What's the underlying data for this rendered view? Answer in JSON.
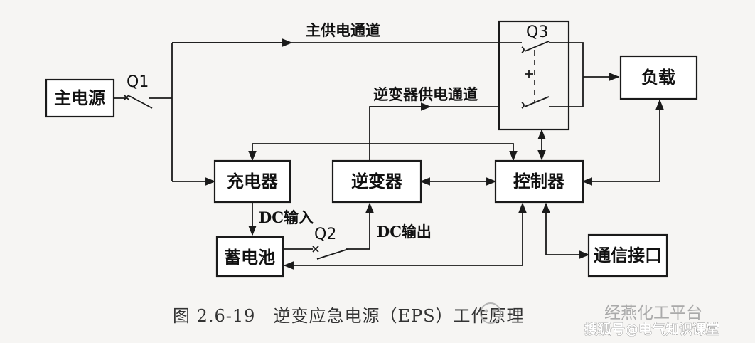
{
  "blocks": {
    "main_power": "主电源",
    "charger": "充电器",
    "battery": "蓄电池",
    "inverter": "逆变器",
    "controller": "控制器",
    "load": "负载",
    "comm_port": "通信接口"
  },
  "switches": {
    "q1": "Q1",
    "q2": "Q2",
    "q3": "Q3"
  },
  "paths": {
    "main_supply": "主供电通道",
    "inverter_supply": "逆变器供电通道",
    "dc_in": "DC输入",
    "dc_out": "DC输出"
  },
  "caption": "图 2.6-19　逆变应急电源（EPS）工作原理",
  "watermarks": {
    "wechat": "经燕化工平台",
    "sohu": "搜狐号@电气知识课堂"
  },
  "colors": {
    "line": "#1a1a1a",
    "background": "#f6f5f3"
  }
}
